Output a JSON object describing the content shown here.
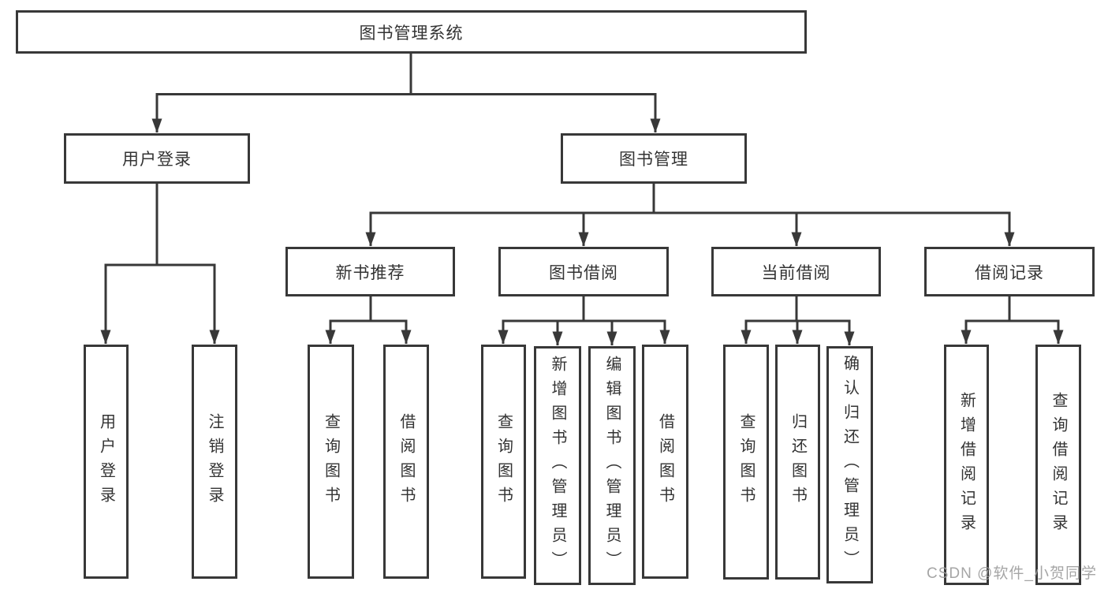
{
  "diagram_title": "图书管理系统",
  "nodes": {
    "root": "图书管理系统",
    "user_login": "用户登录",
    "book_mgmt": "图书管理",
    "new_books": "新书推荐",
    "book_borrow": "图书借阅",
    "current_borrow": "当前借阅",
    "borrow_records": "借阅记录",
    "leaf_user_login": "用户登录",
    "leaf_logout": "注销登录",
    "leaf_nb_query": "查询图书",
    "leaf_nb_borrow": "借阅图书",
    "leaf_bb_query": "查询图书",
    "leaf_bb_add": "新增图书（管理员）",
    "leaf_bb_edit": "编辑图书（管理员）",
    "leaf_bb_borrow": "借阅图书",
    "leaf_cb_query": "查询图书",
    "leaf_cb_return": "归还图书",
    "leaf_cb_confirm": "确认归还（管理员）",
    "leaf_br_add": "新增借阅记录",
    "leaf_br_query": "查询借阅记录"
  },
  "hierarchy": {
    "图书管理系统": {
      "用户登录": [
        "用户登录",
        "注销登录"
      ],
      "图书管理": {
        "新书推荐": [
          "查询图书",
          "借阅图书"
        ],
        "图书借阅": [
          "查询图书",
          "新增图书（管理员）",
          "编辑图书（管理员）",
          "借阅图书"
        ],
        "当前借阅": [
          "查询图书",
          "归还图书",
          "确认归还（管理员）"
        ],
        "借阅记录": [
          "新增借阅记录",
          "查询借阅记录"
        ]
      }
    }
  },
  "watermark": "CSDN @软件_小贺同学",
  "colors": {
    "line": "#383838",
    "text": "#333333",
    "watermark": "#9c9c9c",
    "background": "#ffffff"
  }
}
